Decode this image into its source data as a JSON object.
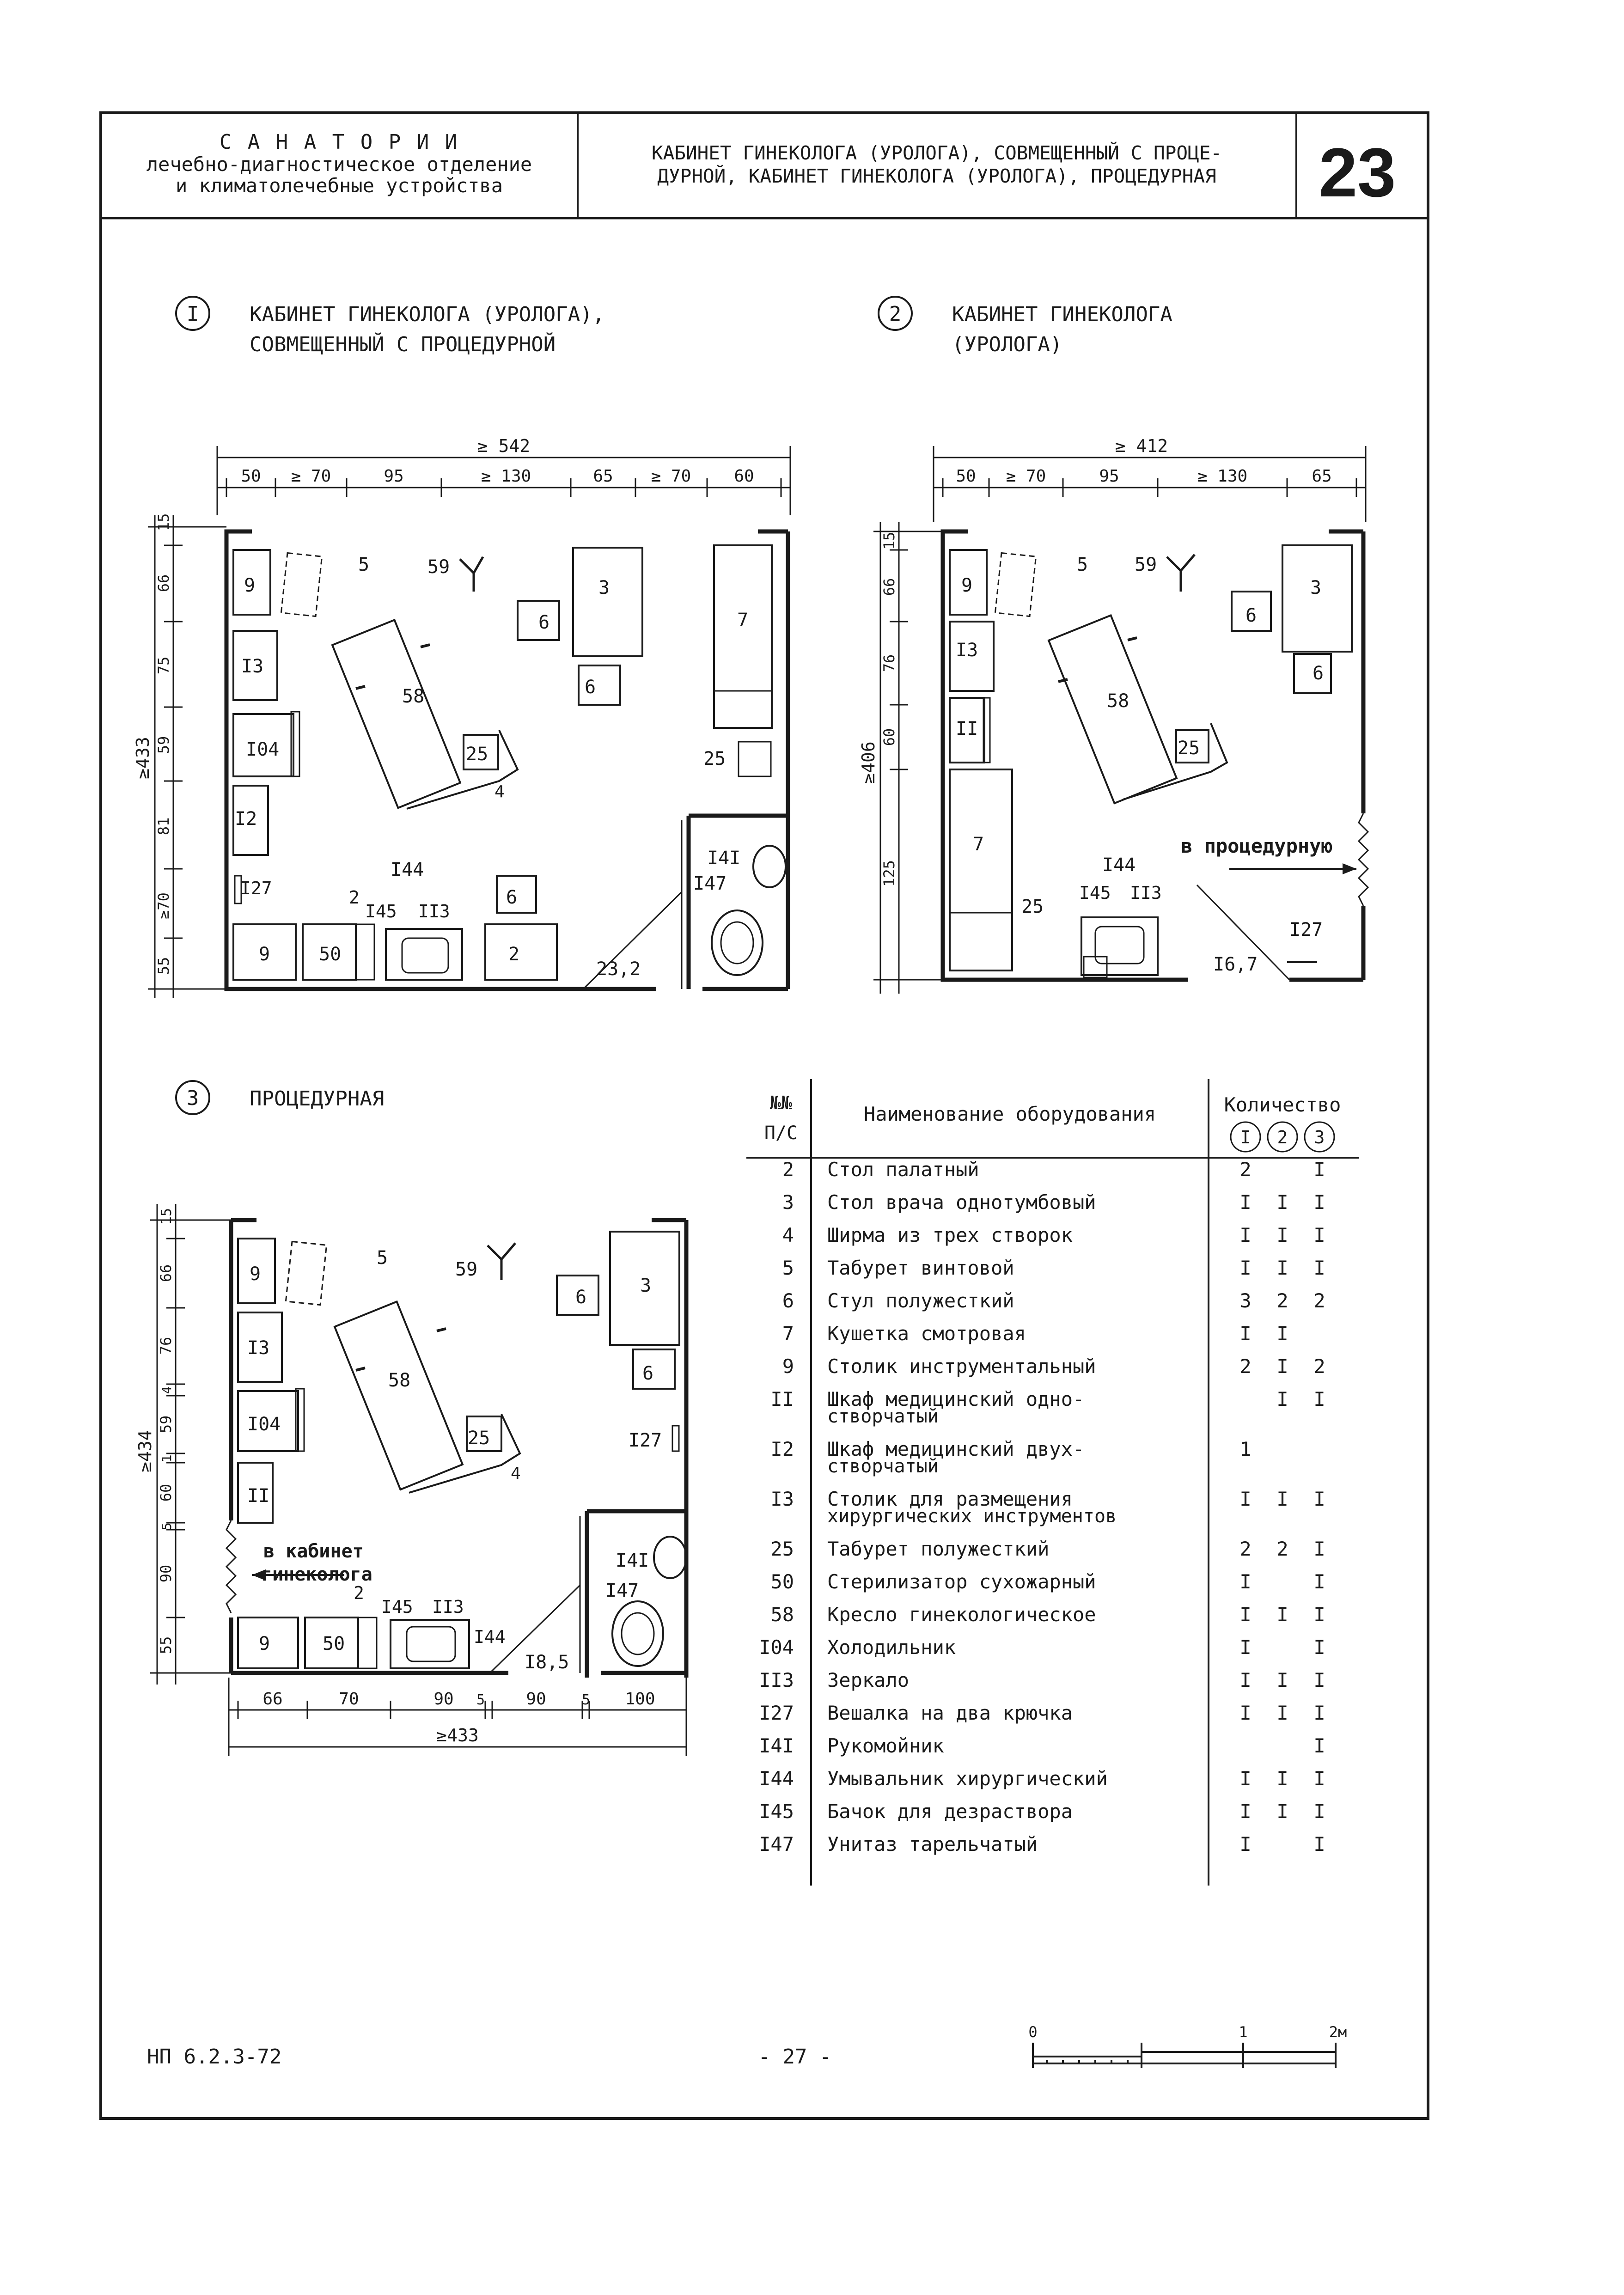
{
  "header": {
    "org_title": "С А Н А Т О Р И И",
    "org_line2": "лечебно-диагностическое отделение",
    "org_line3": "и климатолечебные устройства",
    "subject_line1": "КАБИНЕТ ГИНЕКОЛОГА (УРОЛОГА), СОВМЕЩЕННЫЙ С ПРОЦЕ-",
    "subject_line2": "ДУРНОЙ, КАБИНЕТ ГИНЕКОЛОГА (УРОЛОГА), ПРОЦЕДУРНАЯ",
    "sheet_number": "23"
  },
  "plan1": {
    "marker": "I",
    "title_line1": "КАБИНЕТ ГИНЕКОЛОГА (УРОЛОГА),",
    "title_line2": "СОВМЕЩЕННЫЙ С ПРОЦЕДУРНОЙ",
    "dim_total": "≥ 542",
    "dims_top": [
      "50",
      "≥ 70",
      "95",
      "≥ 130",
      "65",
      "≥ 70",
      "60"
    ],
    "dim_left_total": "≥433",
    "dims_left": [
      "15",
      "66",
      "75",
      "59",
      "81",
      "≥70",
      "55"
    ],
    "area_main": "23,2",
    "labels": {
      "l5": "5",
      "l59": "59",
      "l3": "3",
      "l7": "7",
      "l9a": "9",
      "l6a": "6",
      "l6b": "6",
      "l13": "I3",
      "l58": "58",
      "l104": "I04",
      "l25a": "25",
      "l25b": "25",
      "l4": "4",
      "l12": "I2",
      "l144": "I44",
      "l141": "I4I",
      "l147": "I47",
      "l127": "I27",
      "l2a": "2",
      "l145": "I45",
      "l113": "II3",
      "l6c": "6",
      "l9b": "9",
      "l50": "50",
      "l2b": "2"
    }
  },
  "plan2": {
    "marker": "2",
    "title_line1": "КАБИНЕТ ГИНЕКОЛОГА",
    "title_line2": "(УРОЛОГА)",
    "dim_total": "≥ 412",
    "dims_top": [
      "50",
      "≥ 70",
      "95",
      "≥ 130",
      "65"
    ],
    "dim_left_total": "≥406",
    "dims_left": [
      "15",
      "66",
      "76",
      "60",
      "125"
    ],
    "area_main": "I6,7",
    "door_label": "в процедурную",
    "labels": {
      "l9": "9",
      "l5": "5",
      "l59": "59",
      "l3": "3",
      "l6a": "6",
      "l6b": "6",
      "l13": "I3",
      "l58": "58",
      "l11": "II",
      "l25a": "25",
      "l7": "7",
      "l144": "I44",
      "l145": "I45",
      "l113": "II3",
      "l25b": "25",
      "l127": "I27"
    }
  },
  "plan3": {
    "marker": "3",
    "title_line1": "ПРОЦЕДУРНАЯ",
    "dims_bottom": [
      "66",
      "70",
      "90",
      "5",
      "90",
      "5",
      "100"
    ],
    "dim_bottom_total": "≥433",
    "dim_left_total": "≥434",
    "dims_left": [
      "15",
      "66",
      "76",
      "4",
      "59",
      "1",
      "60",
      "5",
      "90",
      "55"
    ],
    "area_main": "I8,5",
    "door_label_line1": "в кабинет",
    "door_label_line2": "гинеколога",
    "labels": {
      "l9a": "9",
      "l5": "5",
      "l59": "59",
      "l3": "3",
      "l6a": "6",
      "l13": "I3",
      "l58": "58",
      "l6b": "6",
      "l104": "I04",
      "l25": "25",
      "l4": "4",
      "l127": "I27",
      "l11": "II",
      "l141": "I4I",
      "l147": "I47",
      "l2": "2",
      "l145": "I45",
      "l113": "II3",
      "l9b": "9",
      "l50": "50",
      "l144": "I44"
    }
  },
  "table": {
    "col_number_line1": "№№",
    "col_number_line2": "П/С",
    "col_name": "Наименование оборудования",
    "col_qty": "Количество",
    "qty_markers": [
      "I",
      "2",
      "3"
    ],
    "rows": [
      {
        "n": "2",
        "name": [
          "Стол палатный"
        ],
        "q1": "2",
        "q2": "",
        "q3": "I"
      },
      {
        "n": "3",
        "name": [
          "Стол врача однотумбовый"
        ],
        "q1": "I",
        "q2": "I",
        "q3": "I"
      },
      {
        "n": "4",
        "name": [
          "Ширма из трех створок"
        ],
        "q1": "I",
        "q2": "I",
        "q3": "I"
      },
      {
        "n": "5",
        "name": [
          "Табурет винтовой"
        ],
        "q1": "I",
        "q2": "I",
        "q3": "I"
      },
      {
        "n": "6",
        "name": [
          "Стул полужесткий"
        ],
        "q1": "3",
        "q2": "2",
        "q3": "2"
      },
      {
        "n": "7",
        "name": [
          "Кушетка смотровая"
        ],
        "q1": "I",
        "q2": "I",
        "q3": ""
      },
      {
        "n": "9",
        "name": [
          "Столик инструментальный"
        ],
        "q1": "2",
        "q2": "I",
        "q3": "2"
      },
      {
        "n": "II",
        "name": [
          "Шкаф медицинский одно-",
          "створчатый"
        ],
        "q1": "",
        "q2": "I",
        "q3": "I"
      },
      {
        "n": "I2",
        "name": [
          "Шкаф медицинский двух-",
          "створчатый"
        ],
        "q1": "1",
        "q2": "",
        "q3": ""
      },
      {
        "n": "I3",
        "name": [
          "Столик для размещения",
          "хирургических инструментов"
        ],
        "q1": "I",
        "q2": "I",
        "q3": "I"
      },
      {
        "n": "25",
        "name": [
          "Табурет полужесткий"
        ],
        "q1": "2",
        "q2": "2",
        "q3": "I"
      },
      {
        "n": "50",
        "name": [
          "Стерилизатор сухожарный"
        ],
        "q1": "I",
        "q2": "",
        "q3": "I"
      },
      {
        "n": "58",
        "name": [
          "Кресло гинекологическое"
        ],
        "q1": "I",
        "q2": "I",
        "q3": "I"
      },
      {
        "n": "I04",
        "name": [
          "Холодильник"
        ],
        "q1": "I",
        "q2": "",
        "q3": "I"
      },
      {
        "n": "II3",
        "name": [
          "Зеркало"
        ],
        "q1": "I",
        "q2": "I",
        "q3": "I"
      },
      {
        "n": "I27",
        "name": [
          "Вешалка на два крючка"
        ],
        "q1": "I",
        "q2": "I",
        "q3": "I"
      },
      {
        "n": "I4I",
        "name": [
          "Рукомойник"
        ],
        "q1": "",
        "q2": "",
        "q3": "I"
      },
      {
        "n": "I44",
        "name": [
          "Умывальник хирургический"
        ],
        "q1": "I",
        "q2": "I",
        "q3": "I"
      },
      {
        "n": "I45",
        "name": [
          "Бачок для дезраствора"
        ],
        "q1": "I",
        "q2": "I",
        "q3": "I"
      },
      {
        "n": "I47",
        "name": [
          "Унитаз тарельчатый"
        ],
        "q1": "I",
        "q2": "",
        "q3": "I"
      }
    ]
  },
  "footer": {
    "code": "НП 6.2.3-72",
    "page": "- 27 -",
    "scale_labels": [
      "0",
      "1",
      "2м"
    ]
  }
}
